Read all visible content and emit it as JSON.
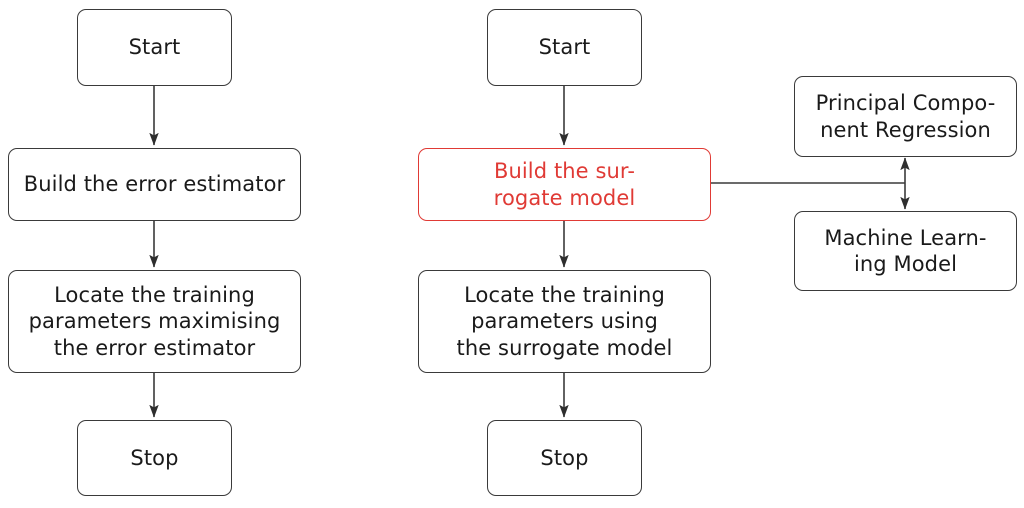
{
  "diagram": {
    "type": "flowchart",
    "background_color": "#ffffff",
    "default_node_border_color": "#3a3a3a",
    "default_node_text_color": "#1a1a1a",
    "highlight_color": "#e03a35",
    "edge_color": "#3a3a3a",
    "columns": [
      {
        "name": "error-estimator-workflow",
        "nodes": [
          {
            "id": "left-start",
            "label": "Start"
          },
          {
            "id": "left-build-error-estimator",
            "label": "Build the error estimator"
          },
          {
            "id": "left-locate-parameters",
            "label": "Locate the training\nparameters maximising\nthe error estimator"
          },
          {
            "id": "left-stop",
            "label": "Stop"
          }
        ]
      },
      {
        "name": "surrogate-model-workflow",
        "nodes": [
          {
            "id": "mid-start",
            "label": "Start"
          },
          {
            "id": "mid-build-surrogate-model",
            "label": "Build the sur-\nrogate model",
            "highlighted": true
          },
          {
            "id": "mid-locate-parameters",
            "label": "Locate the training\nparameters using\nthe surrogate model"
          },
          {
            "id": "mid-stop",
            "label": "Stop"
          }
        ]
      },
      {
        "name": "surrogate-model-options",
        "nodes": [
          {
            "id": "right-pcr",
            "label": "Principal Compo-\nnent Regression"
          },
          {
            "id": "right-ml-model",
            "label": "Machine Learn-\ning Model"
          }
        ]
      }
    ],
    "edges": [
      {
        "id": "edge-left-start-to-build",
        "from": "left-start",
        "to": "left-build-error-estimator",
        "style": "arrow"
      },
      {
        "id": "edge-left-build-to-locate",
        "from": "left-build-error-estimator",
        "to": "left-locate-parameters",
        "style": "arrow"
      },
      {
        "id": "edge-left-locate-to-stop",
        "from": "left-locate-parameters",
        "to": "left-stop",
        "style": "arrow"
      },
      {
        "id": "edge-mid-start-to-build",
        "from": "mid-start",
        "to": "mid-build-surrogate-model",
        "style": "arrow"
      },
      {
        "id": "edge-mid-build-to-locate",
        "from": "mid-build-surrogate-model",
        "to": "mid-locate-parameters",
        "style": "arrow"
      },
      {
        "id": "edge-mid-locate-to-stop",
        "from": "mid-locate-parameters",
        "to": "mid-stop",
        "style": "arrow"
      },
      {
        "id": "edge-surrogate-to-options",
        "from": "mid-build-surrogate-model",
        "to": "surrogate-options-bus",
        "style": "plain-line"
      },
      {
        "id": "edge-options-bus-to-pcr",
        "from": "surrogate-options-bus",
        "to": "right-pcr",
        "style": "arrow"
      },
      {
        "id": "edge-options-bus-to-ml",
        "from": "surrogate-options-bus",
        "to": "right-ml-model",
        "style": "arrow"
      }
    ]
  }
}
